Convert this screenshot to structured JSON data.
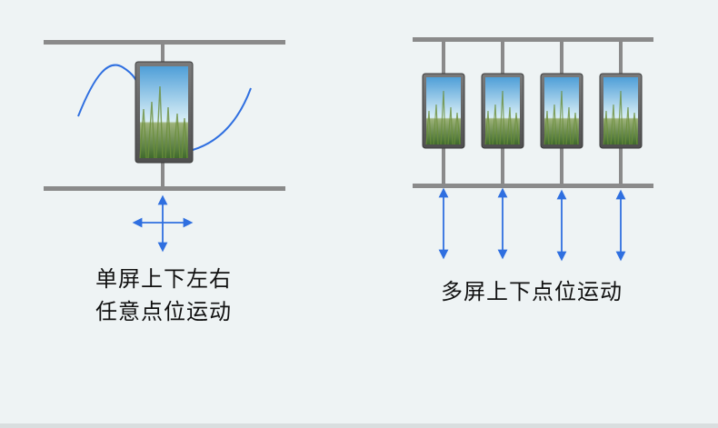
{
  "panels": [
    {
      "id": "single",
      "caption_lines": [
        "单屏上下左右",
        "任意点位运动"
      ],
      "screens": 1,
      "motion": "free-2d",
      "colors": {
        "rail": "#8a8a8a",
        "arrow": "#2f6fe0",
        "path": "#2f6fe0"
      }
    },
    {
      "id": "multi",
      "caption_lines": [
        "多屏上下点位运动"
      ],
      "screens": 4,
      "motion": "vertical",
      "colors": {
        "rail": "#8a8a8a",
        "arrow": "#2f6fe0"
      }
    }
  ],
  "icons": {
    "screen_image": "wheat-field-image",
    "single_arrow": "four-way-arrow-icon",
    "multi_arrow": "up-down-arrow-icon"
  }
}
